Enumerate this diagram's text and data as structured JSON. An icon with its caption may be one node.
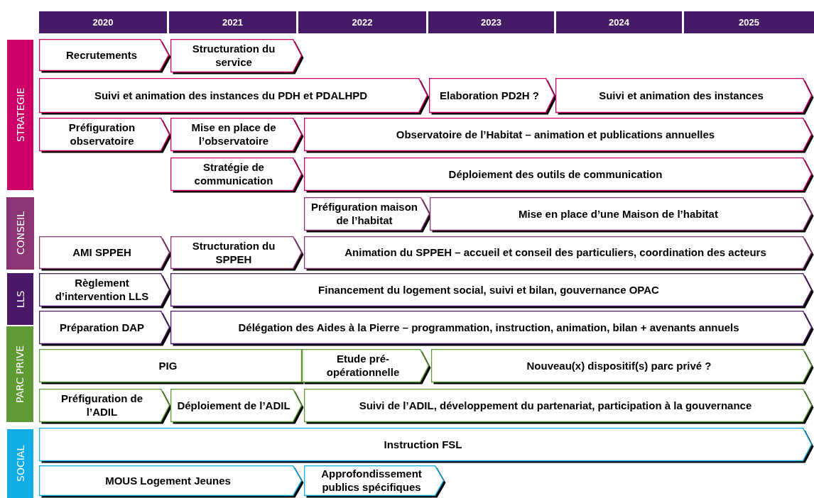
{
  "diagram": {
    "nodes": [
      {
        "text": [
          "2020"
        ]
      },
      {
        "text": [
          "2021"
        ]
      },
      {
        "text": [
          "2022"
        ]
      },
      {
        "text": [
          "2023"
        ]
      },
      {
        "text": [
          "2024"
        ]
      },
      {
        "text": [
          "2025"
        ]
      },
      {
        "text": [
          "STRATEGIE"
        ]
      },
      {
        "text": [
          "Recrutements"
        ]
      },
      {
        "text": [
          "Structuration du service"
        ]
      },
      {
        "text": [
          "Suivi et animation des instances du PDH et PDALHPD"
        ]
      },
      {
        "text": [
          "Elaboration PD2H ?"
        ]
      },
      {
        "text": [
          "Suivi et animation des instances"
        ]
      },
      {
        "text": [
          "Préfiguration observatoire"
        ]
      },
      {
        "text": [
          "Mise en place de l’observatoire"
        ]
      },
      {
        "text": [
          "Observatoire de l’Habitat – animation et publications annuelles"
        ]
      },
      {
        "text": [
          "Stratégie de communication"
        ]
      },
      {
        "text": [
          "Déploiement des outils de communication"
        ]
      },
      {
        "text": [
          "CONSEIL"
        ]
      },
      {
        "text": [
          "Préfiguration maison de l’habitat"
        ]
      },
      {
        "text": [
          "Mise en place d’une Maison de l’habitat"
        ]
      },
      {
        "text": [
          "AMI SPPEH"
        ]
      },
      {
        "text": [
          "Structuration du SPPEH"
        ]
      },
      {
        "text": [
          "Animation du SPPEH – accueil et conseil des particuliers, coordination des acteurs"
        ]
      },
      {
        "text": [
          "LLS"
        ]
      },
      {
        "text": [
          "Règlement d’intervention LLS"
        ]
      },
      {
        "text": [
          "Financement du logement social, suivi et bilan, gouvernance OPAC"
        ]
      },
      {
        "text": [
          "Préparation DAP"
        ]
      },
      {
        "text": [
          "Délégation des Aides à la Pierre – programmation, instruction, animation, bilan + avenants annuels"
        ]
      },
      {
        "text": [
          "PARC PRIVE"
        ]
      },
      {
        "text": [
          "PIG"
        ]
      },
      {
        "text": [
          "Etude pré-opérationnelle"
        ]
      },
      {
        "text": [
          "Nouveau(x) dispositif(s) parc privé ?"
        ]
      },
      {
        "text": [
          "Préfiguration de l’ADIL"
        ]
      },
      {
        "text": [
          "Déploiement de l’ADIL"
        ]
      },
      {
        "text": [
          "Suivi de l’ADIL, développement du partenariat, participation à la gouvernance"
        ]
      },
      {
        "text": [
          "SOCIAL"
        ]
      },
      {
        "text": [
          "Instruction FSL"
        ]
      },
      {
        "text": [
          "MOUS Logement Jeunes"
        ]
      },
      {
        "text": [
          "Approfondissement publics spécifiques"
        ]
      }
    ]
  }
}
